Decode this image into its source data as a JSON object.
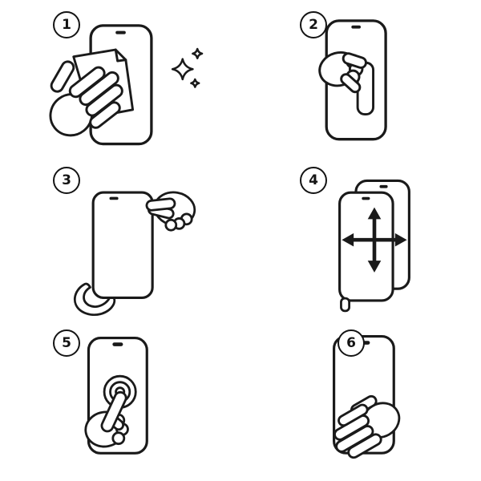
{
  "accent_color": "#1a1a1a",
  "steps": [
    {
      "number": "1",
      "icon": "clean-screen-with-cloth-icon"
    },
    {
      "number": "2",
      "icon": "peel-backing-tab-icon"
    },
    {
      "number": "3",
      "icon": "position-protector-icon"
    },
    {
      "number": "4",
      "icon": "adjust-alignment-arrows-icon"
    },
    {
      "number": "5",
      "icon": "press-center-icon"
    },
    {
      "number": "6",
      "icon": "smooth-out-surface-icon"
    }
  ]
}
